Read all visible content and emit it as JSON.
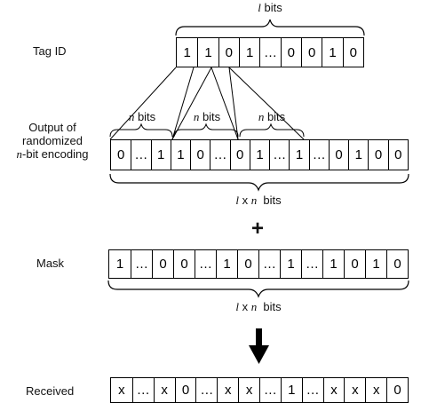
{
  "labels": {
    "tag_id": "Tag ID",
    "output_line1": "Output of",
    "output_line2": "randomized",
    "output_line3_var": "n",
    "output_line3_rest": "-bit encoding",
    "mask": "Mask",
    "received": "Received"
  },
  "brace_labels": {
    "top_var": "l",
    "top_unit": " bits",
    "nbits_var": "n",
    "nbits_unit": " bits",
    "lxn_var1": "l",
    "lxn_x": " x ",
    "lxn_var2": "n",
    "lxn_unit": "  bits"
  },
  "operator_plus": "+",
  "rows": {
    "tag": [
      "1",
      "1",
      "0",
      "1",
      "…",
      "0",
      "0",
      "1",
      "0"
    ],
    "encoding": [
      "0",
      "…",
      "1",
      "1",
      "0",
      "…",
      "0",
      "1",
      "…",
      "1",
      "…",
      "0",
      "1",
      "0",
      "0"
    ],
    "mask": [
      "1",
      "…",
      "0",
      "0",
      "…",
      "1",
      "0",
      "…",
      "1",
      "…",
      "1",
      "0",
      "1",
      "0"
    ],
    "received": [
      "x",
      "…",
      "x",
      "0",
      "…",
      "x",
      "x",
      "…",
      "1",
      "…",
      "x",
      "x",
      "x",
      "0"
    ]
  },
  "colors": {
    "stroke": "#000000",
    "text": "#111111",
    "background": "#ffffff"
  }
}
